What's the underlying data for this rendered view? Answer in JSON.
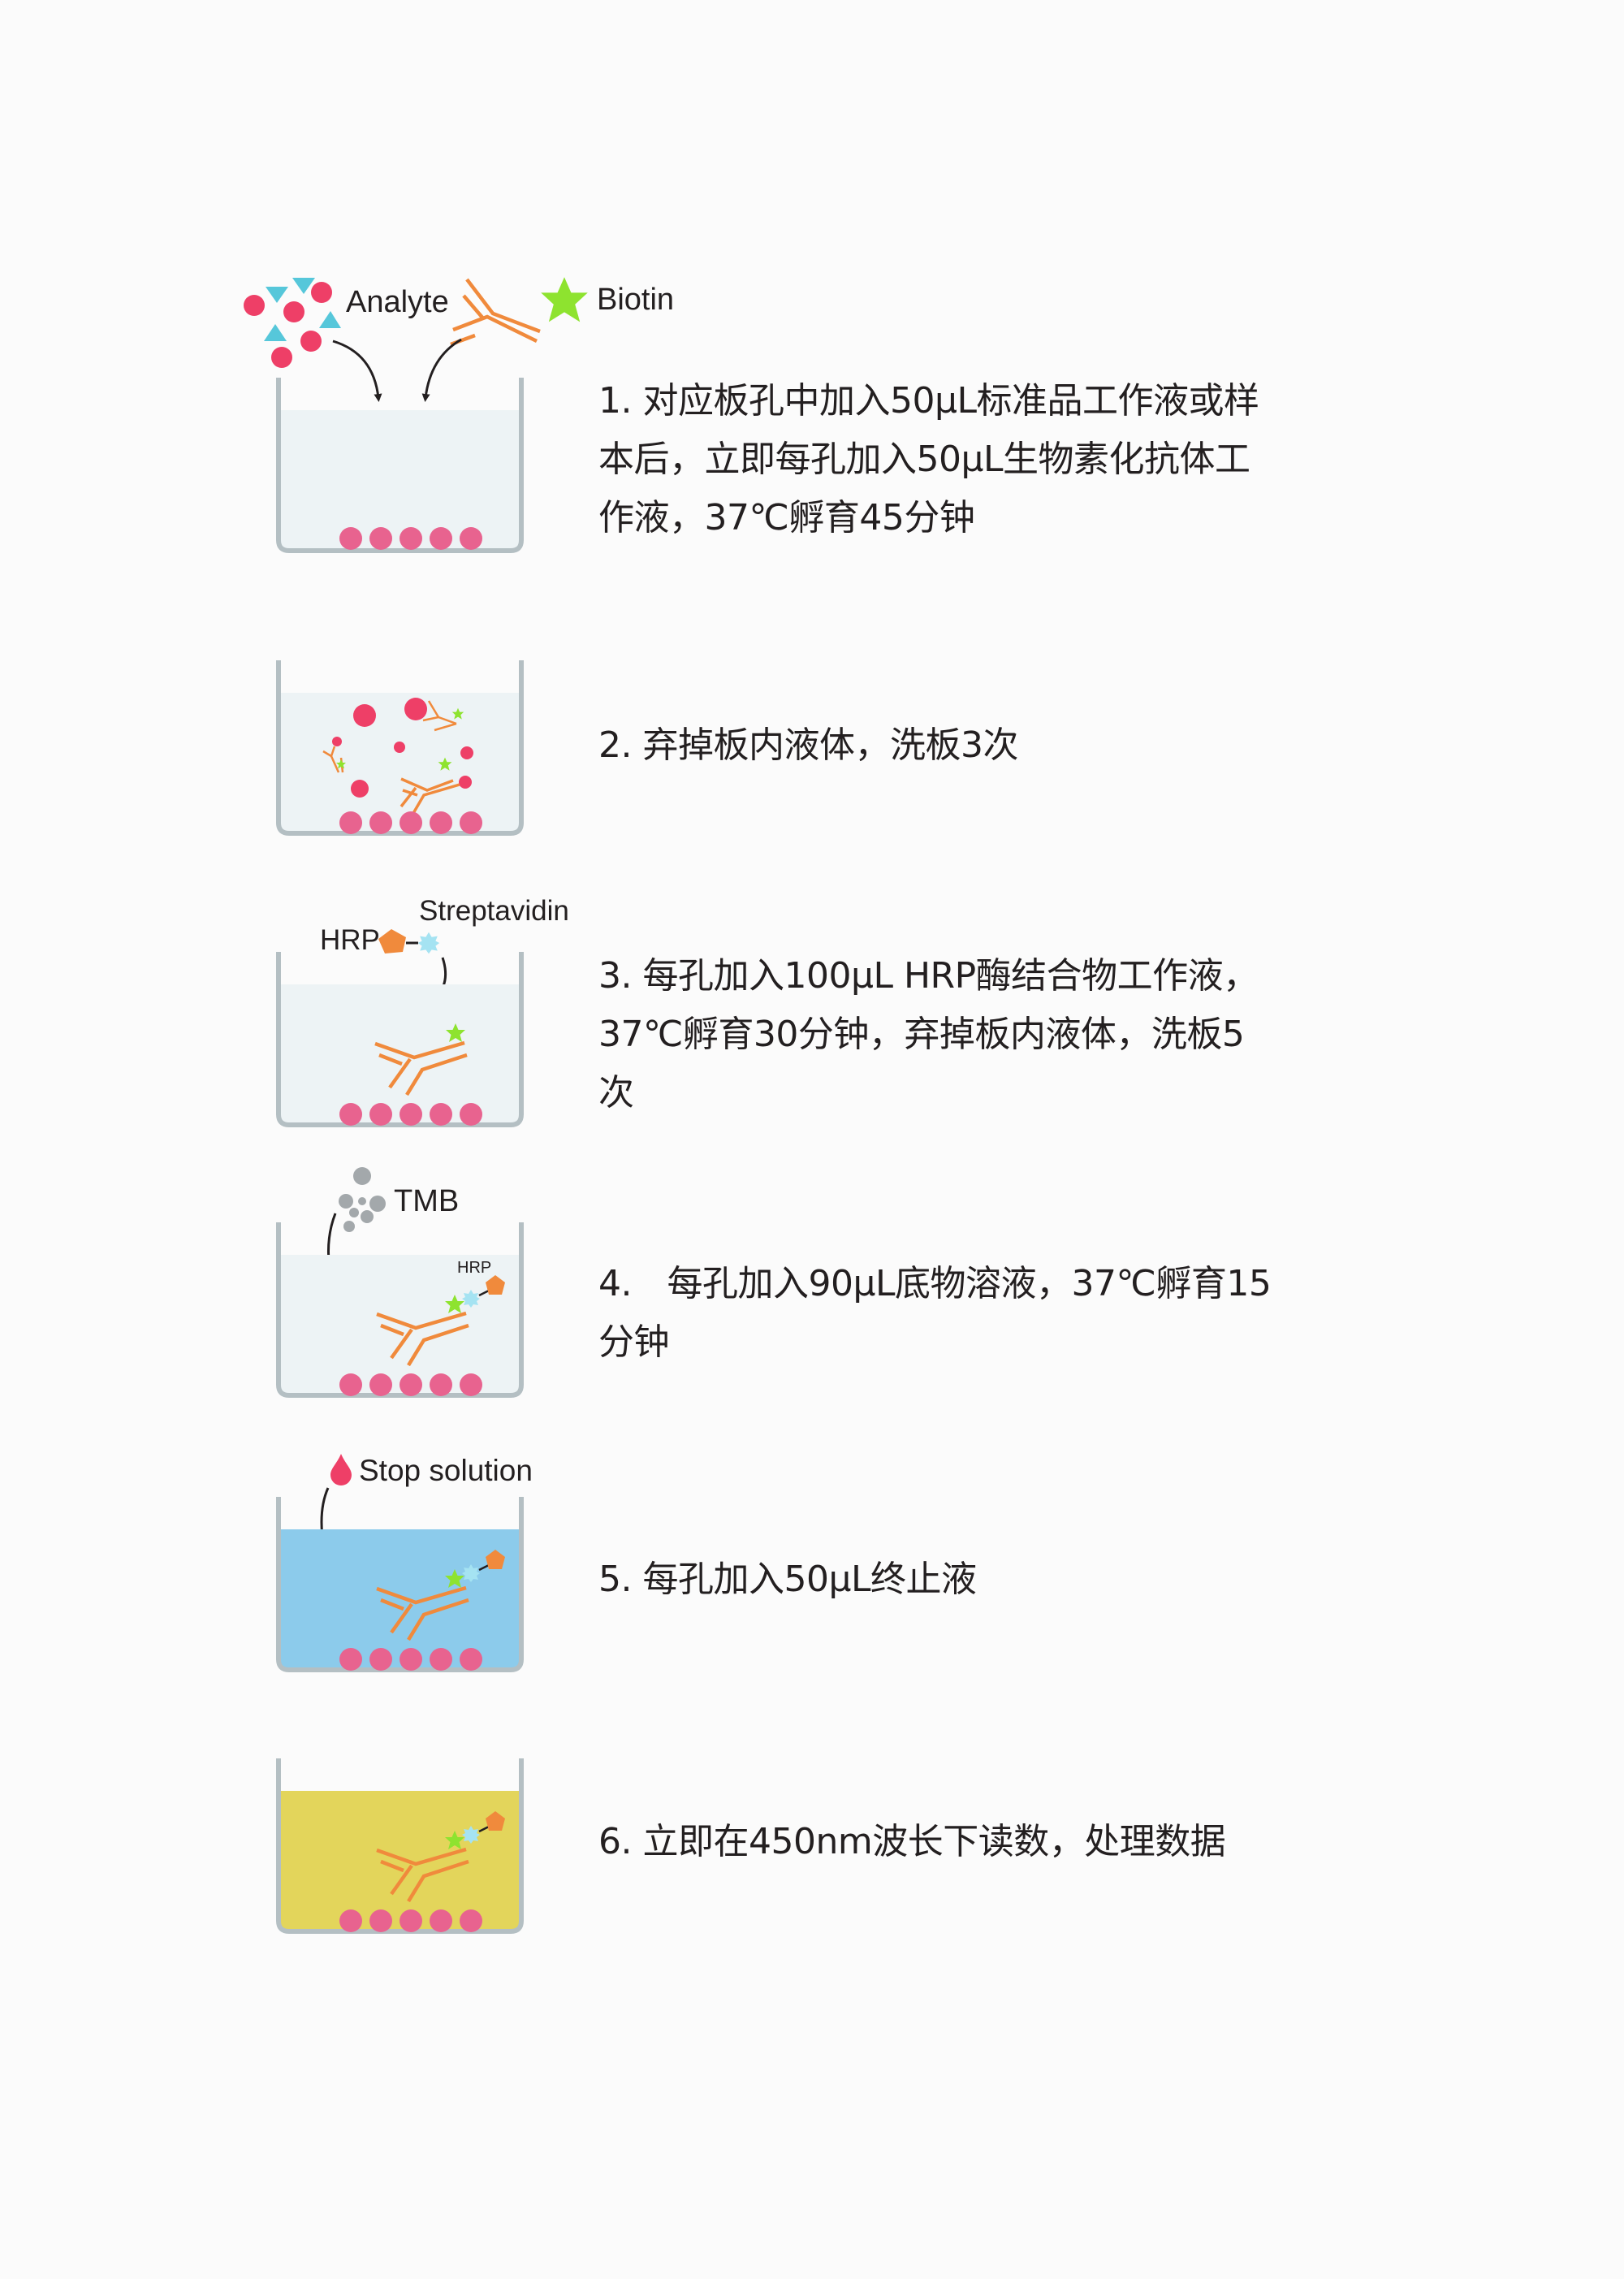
{
  "colors": {
    "background": "#fbfbfb",
    "well_wall": "#b4bfc3",
    "liquid_clear": "#edf3f5",
    "liquid_blue": "#8ccbeb",
    "liquid_yellow": "#e3d55b",
    "capture_bead": "#e8638f",
    "analyte_red": "#ee3f67",
    "analyte_cyan": "#56c7da",
    "antibody_orange": "#f08a3c",
    "biotin_green": "#8ee32f",
    "streptavidin_cyan": "#a5e3f2",
    "hrp_orange": "#f08a3c",
    "tmb_gray": "#a3a8ab",
    "stop_drop": "#ee3f67",
    "text": "#231f20"
  },
  "labels": {
    "analyte": "Analyte",
    "biotin": "Biotin",
    "hrp": "HRP",
    "streptavidin": "Streptavidin",
    "tmb": "TMB",
    "hrp_small": "HRP",
    "stop_solution": "Stop solution"
  },
  "steps": [
    {
      "number": "1",
      "text": "1. 对应板孔中加入50μL标准品工作液或样本后，立即每孔加入50μL生物素化抗体工作液，37℃孵育45分钟",
      "lines": [
        "1. 对应板孔中加入50μL标准品工作液或样",
        "本后，立即每孔加入50μL生物素化抗体工",
        "作液，37℃孵育45分钟"
      ],
      "well_liquid": "clear"
    },
    {
      "number": "2",
      "text": "2. 弃掉板内液体，洗板3次",
      "lines": [
        "2. 弃掉板内液体，洗板3次"
      ],
      "well_liquid": "clear"
    },
    {
      "number": "3",
      "text": "3. 每孔加入100μL HRP酶结合物工作液，37℃孵育30分钟，弃掉板内液体，洗板5次",
      "lines": [
        "3. 每孔加入100μL HRP酶结合物工作液，",
        "37℃孵育30分钟，弃掉板内液体，洗板5",
        "次"
      ],
      "well_liquid": "clear"
    },
    {
      "number": "4",
      "text": "4.  每孔加入90μL底物溶液，37℃孵育15分钟",
      "lines": [
        "4.　每孔加入90μL底物溶液，37℃孵育15",
        "分钟"
      ],
      "well_liquid": "clear"
    },
    {
      "number": "5",
      "text": "5. 每孔加入50μL终止液",
      "lines": [
        "5. 每孔加入50μL终止液"
      ],
      "well_liquid": "blue"
    },
    {
      "number": "6",
      "text": "6. 立即在450nm波长下读数，处理数据",
      "lines": [
        "6. 立即在450nm波长下读数，处理数据"
      ],
      "well_liquid": "yellow"
    }
  ]
}
